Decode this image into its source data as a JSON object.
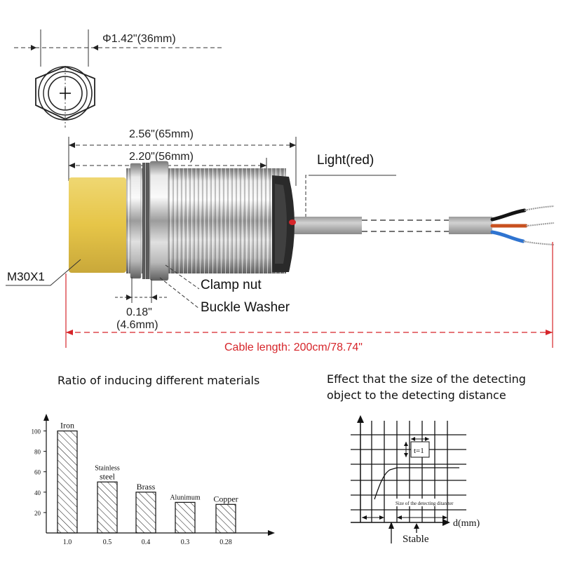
{
  "diagram": {
    "diameter_label": "Φ1.42\"(36mm)",
    "total_length_label": "2.56\"(65mm)",
    "thread_length_label": "2.20\"(56mm)",
    "light_label": "Light(red)",
    "thread_label": "M30X1",
    "clamp_nut_label": "Clamp nut",
    "washer_label": "Buckle Washer",
    "washer_thickness_in": "0.18\"",
    "washer_thickness_mm": "(4.6mm)",
    "cable_label": "Cable length: 200cm/78.74\""
  },
  "colors": {
    "sensing_face": "#e8c84e",
    "dimension_red": "#d6252a",
    "wire_brown": "#c8501e",
    "wire_blue": "#2f74d0"
  },
  "chart_data": {
    "type": "bar",
    "title": "Ratio of inducing different materials",
    "categories": [
      "Iron",
      "Stainless steel",
      "Brass",
      "Alunimum",
      "Copper"
    ],
    "category_labels": [
      [
        "Iron"
      ],
      [
        "Stainless",
        "steel"
      ],
      [
        "Brass"
      ],
      [
        "Alunimum"
      ],
      [
        "Copper"
      ]
    ],
    "x_ticks": [
      "1.0",
      "0.5",
      "0.4",
      "0.3",
      "0.28"
    ],
    "values": [
      100,
      50,
      40,
      30,
      28
    ],
    "y_ticks": [
      20,
      40,
      60,
      80,
      100
    ],
    "ylim": [
      0,
      110
    ]
  },
  "graph": {
    "title_line1": "Effect that the size of the detecting",
    "title_line2": "object to the detecting distance",
    "x_axis_label": "d(mm)",
    "stable_label": "Stable",
    "inner_label": "Size of the detecting ditantter",
    "t_label": "t=1"
  }
}
